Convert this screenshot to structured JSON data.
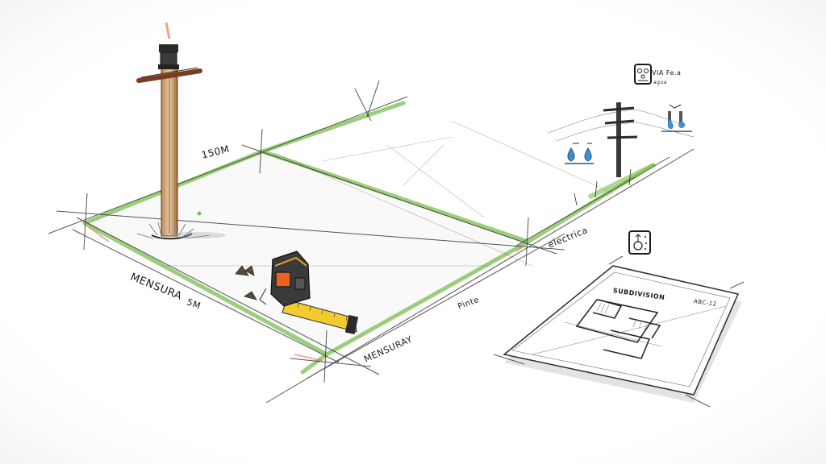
{
  "illustration": {
    "style": "hand-drawn pencil and marker sketch",
    "subject": "land plot survey with boundary, utility pole, tape measure and floor plan",
    "colors": {
      "background": "#ffffff",
      "boundary_green": "#7cbf4f",
      "pencil": "#2a2a2a",
      "tower_wood": "#c9a27a",
      "tape_yellow": "#f2cc2e",
      "tape_body": "#3a3a3a",
      "tape_screen": "#e9631e",
      "water_blue": "#3d8fd1",
      "accent_red": "#e67a5f"
    }
  },
  "labels": {
    "dimension_top": "150M",
    "side_left": "MENSURA",
    "side_left_value": "5M",
    "side_bottom": "MENSURAY",
    "side_bottom_note": "Pinte",
    "utility_label": "electrica",
    "water_icon_text": "VIA Fe.a",
    "water_icon_subtext": "agua",
    "plan_title": "SUBDIVISION",
    "plan_code": "ABC-12"
  },
  "icons": {
    "water_meter": "water-meter-icon",
    "gas_meter": "gas-meter-icon",
    "utility_pole": "utility-pole-icon",
    "water_drops": "water-drops-icon",
    "water_tap": "water-tap-icon",
    "tower": "tower-icon",
    "tape_measure": "tape-measure-icon",
    "floor_plan": "floor-plan-icon"
  }
}
